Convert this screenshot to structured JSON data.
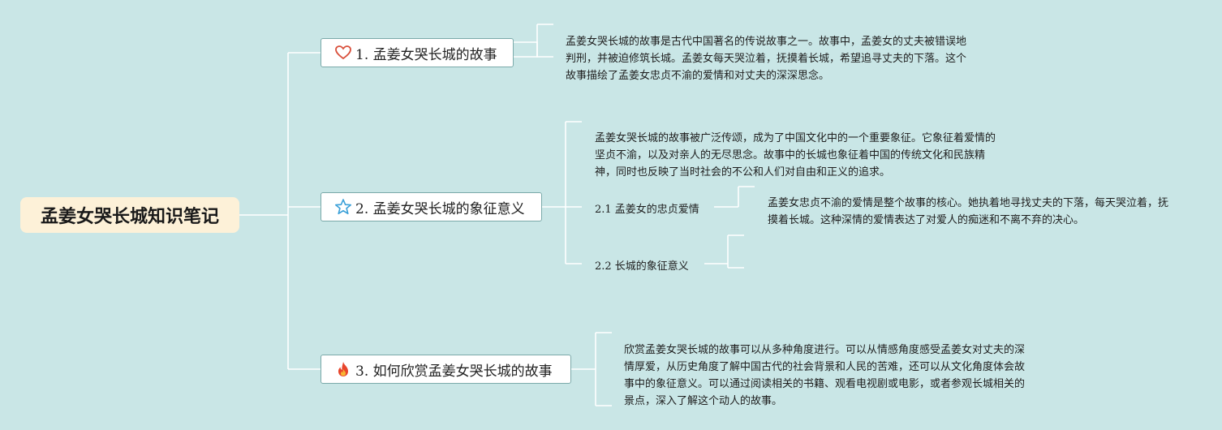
{
  "root": {
    "title": "孟姜女哭长城知识笔记"
  },
  "branches": [
    {
      "label": "1. 孟姜女哭长城的故事",
      "icon": "heart-icon",
      "text": "孟姜女哭长城的故事是古代中国著名的传说故事之一。故事中，孟姜女的丈夫被错误地判刑，并被迫修筑长城。孟姜女每天哭泣着，抚摸着长城，希望追寻丈夫的下落。这个故事描绘了孟姜女忠贞不渝的爱情和对丈夫的深深思念。"
    },
    {
      "label": "2. 孟姜女哭长城的象征意义",
      "icon": "star-icon",
      "text": "孟姜女哭长城的故事被广泛传颂，成为了中国文化中的一个重要象征。它象征着爱情的坚贞不渝，以及对亲人的无尽思念。故事中的长城也象征着中国的传统文化和民族精神，同时也反映了当时社会的不公和人们对自由和正义的追求。",
      "subs": [
        {
          "label": "2.1 孟姜女的忠贞爱情",
          "text": "孟姜女忠贞不渝的爱情是整个故事的核心。她执着地寻找丈夫的下落，每天哭泣着，抚摸着长城。这种深情的爱情表达了对爱人的痴迷和不离不弃的决心。"
        },
        {
          "label": "2.2 长城的象征意义",
          "text": ""
        }
      ]
    },
    {
      "label": "3. 如何欣赏孟姜女哭长城的故事",
      "icon": "fire-icon",
      "text": "欣赏孟姜女哭长城的故事可以从多种角度进行。可以从情感角度感受孟姜女对丈夫的深情厚爱，从历史角度了解中国古代的社会背景和人民的苦难，还可以从文化角度体会故事中的象征意义。可以通过阅读相关的书籍、观看电视剧或电影，或者参观长城相关的景点，深入了解这个动人的故事。"
    }
  ],
  "colors": {
    "background": "#c9e6e6",
    "line": "#ffffff",
    "root_fill": "#fdf1d8",
    "branch_border": "#7aa9a9",
    "heart": "#d9503c",
    "star": "#3aa0d8",
    "fire": "#e8452c"
  }
}
